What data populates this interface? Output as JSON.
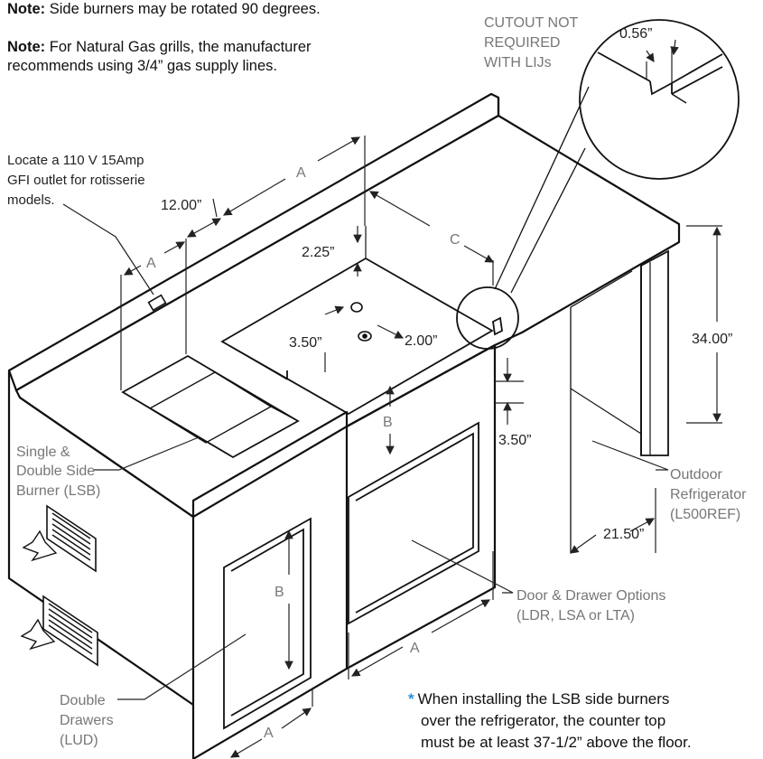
{
  "notes": {
    "note1_label": "Note:",
    "note1_text": " Side burners may be rotated 90 degrees.",
    "note2_label": "Note:",
    "note2_text_line1": " For Natural Gas grills, the manufacturer",
    "note2_text_line2": "recommends using 3/4” gas supply lines."
  },
  "callouts": {
    "outlet_line1": "Locate a 110 V 15Amp",
    "outlet_line2": "GFI outlet for rotisserie",
    "outlet_line3": "models.",
    "cutout_line1": "CUTOUT NOT",
    "cutout_line2": "REQUIRED",
    "cutout_line3": "WITH LIJs",
    "lsb_line1": "Single &",
    "lsb_line2": "Double Side",
    "lsb_line3": "Burner (LSB)",
    "fridge_line1": "Outdoor",
    "fridge_line2": "Refrigerator",
    "fridge_line3": "(L500REF)",
    "door_line1": "Door & Drawer Options",
    "door_line2": "(LDR, LSA or LTA)",
    "lud_line1": "Double",
    "lud_line2": "Drawers",
    "lud_line3": "(LUD)"
  },
  "dimensions": {
    "d_056": "0.56”",
    "d_1200": "12.00”",
    "d_225": "2.25”",
    "d_350_a": "3.50”",
    "d_200": "2.00”",
    "d_350_b": "3.50”",
    "d_3400": "34.00”",
    "d_2150": "21.50”",
    "a_top": "A",
    "a_left": "A",
    "a_front": "A",
    "a_bottom": "A",
    "b_top": "B",
    "b_left": "B",
    "c_top": "C"
  },
  "footnote": {
    "star": "*",
    "line1": "When installing the LSB side burners",
    "line2": "over the refrigerator, the counter top",
    "line3": "must be at least 37-1/2” above the floor."
  }
}
